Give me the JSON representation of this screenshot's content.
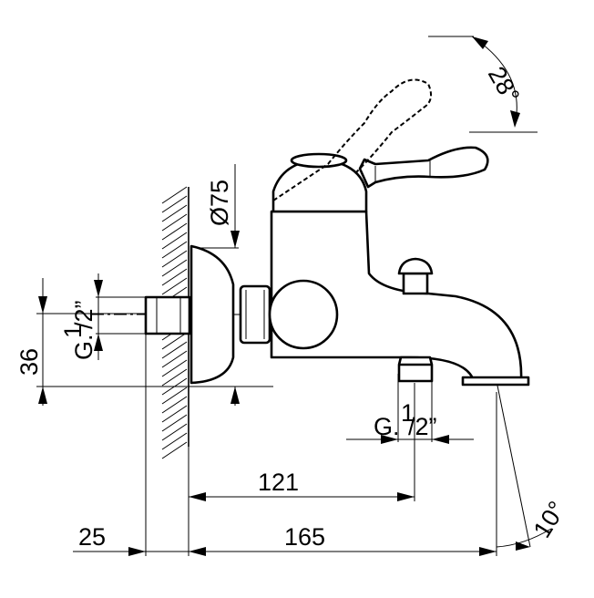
{
  "drawing": {
    "dim_outlet_distance": "121",
    "dim_total_length": "165",
    "dim_wall_projection": "25",
    "dim_height": "36",
    "dim_diameter": "Ø75",
    "angle_handle": "28°",
    "angle_spout": "10°",
    "thread_inlet_prefix": "G.",
    "thread_inlet_num": "1",
    "thread_inlet_suffix": "/2”",
    "thread_outlet_prefix": "G.",
    "thread_outlet_num": "1",
    "thread_outlet_suffix": "/2”"
  }
}
